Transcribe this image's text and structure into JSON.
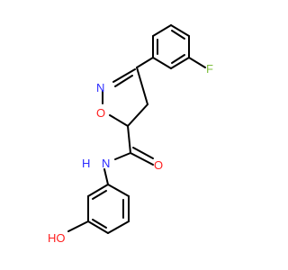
{
  "molecule": {
    "atoms": [
      {
        "id": "F",
        "label": "F",
        "color": "#7fbf3f"
      },
      {
        "id": "N",
        "label": "N",
        "color": "#2b2bff"
      },
      {
        "id": "O1",
        "label": "O",
        "color": "#ff1f1f"
      },
      {
        "id": "O2",
        "label": "O",
        "color": "#ff1f1f"
      },
      {
        "id": "NH",
        "label": "N",
        "color": "#2b2bff"
      },
      {
        "id": "H",
        "label": "H",
        "color": "#2b2bff"
      },
      {
        "id": "HO",
        "label": "HO",
        "color": "#ff1f1f"
      }
    ]
  }
}
